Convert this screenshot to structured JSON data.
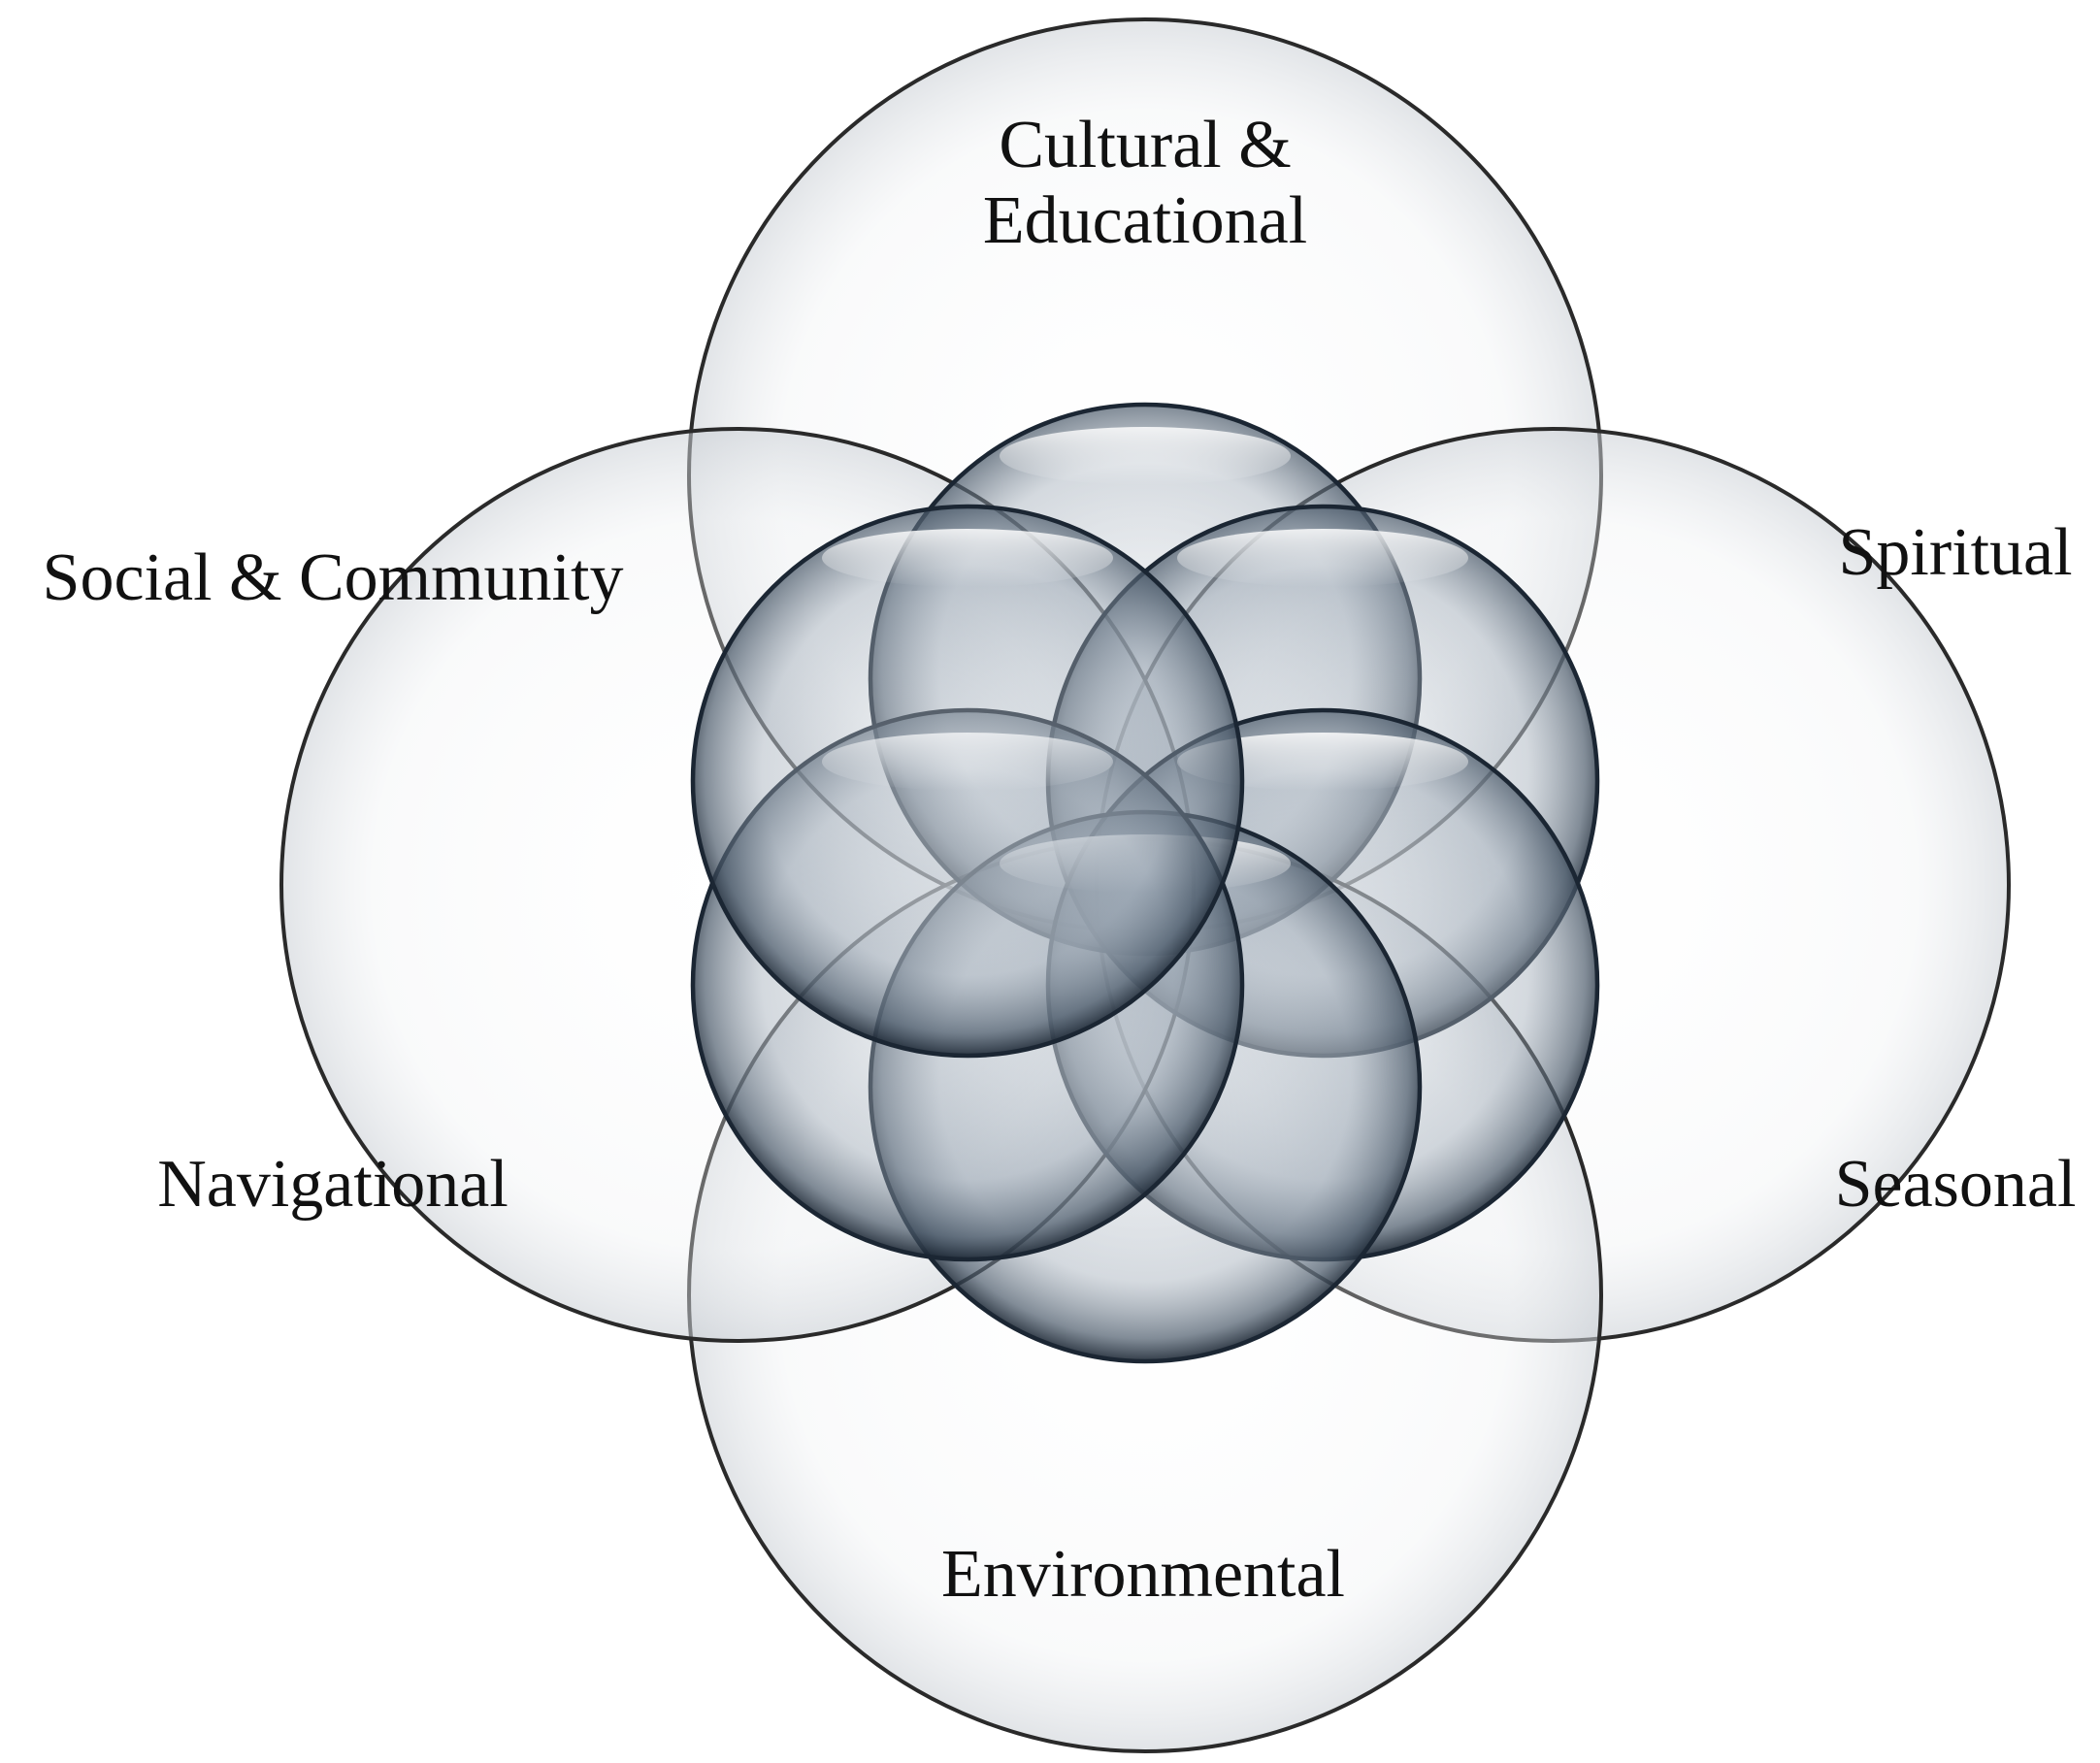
{
  "diagram": {
    "outer_circles": [
      {
        "id": "cultural-educational",
        "lines": [
          "Cultural &",
          "Educational"
        ]
      },
      {
        "id": "spiritual",
        "lines": [
          "Spiritual"
        ]
      },
      {
        "id": "seasonal",
        "lines": [
          "Seasonal"
        ]
      },
      {
        "id": "environmental",
        "lines": [
          "Environmental"
        ]
      },
      {
        "id": "navigational",
        "lines": [
          "Navigational"
        ]
      },
      {
        "id": "social-community",
        "lines": [
          "Social & Community"
        ]
      }
    ],
    "inner_circle_count": 6,
    "colors": {
      "outer_fill": "#f4f5f6",
      "outer_stroke": "#2a2a2a",
      "inner_fill_light": "#e3e7ec",
      "inner_fill_dark": "#7d8a99",
      "inner_stroke": "#1b2633",
      "text": "#111111"
    }
  }
}
